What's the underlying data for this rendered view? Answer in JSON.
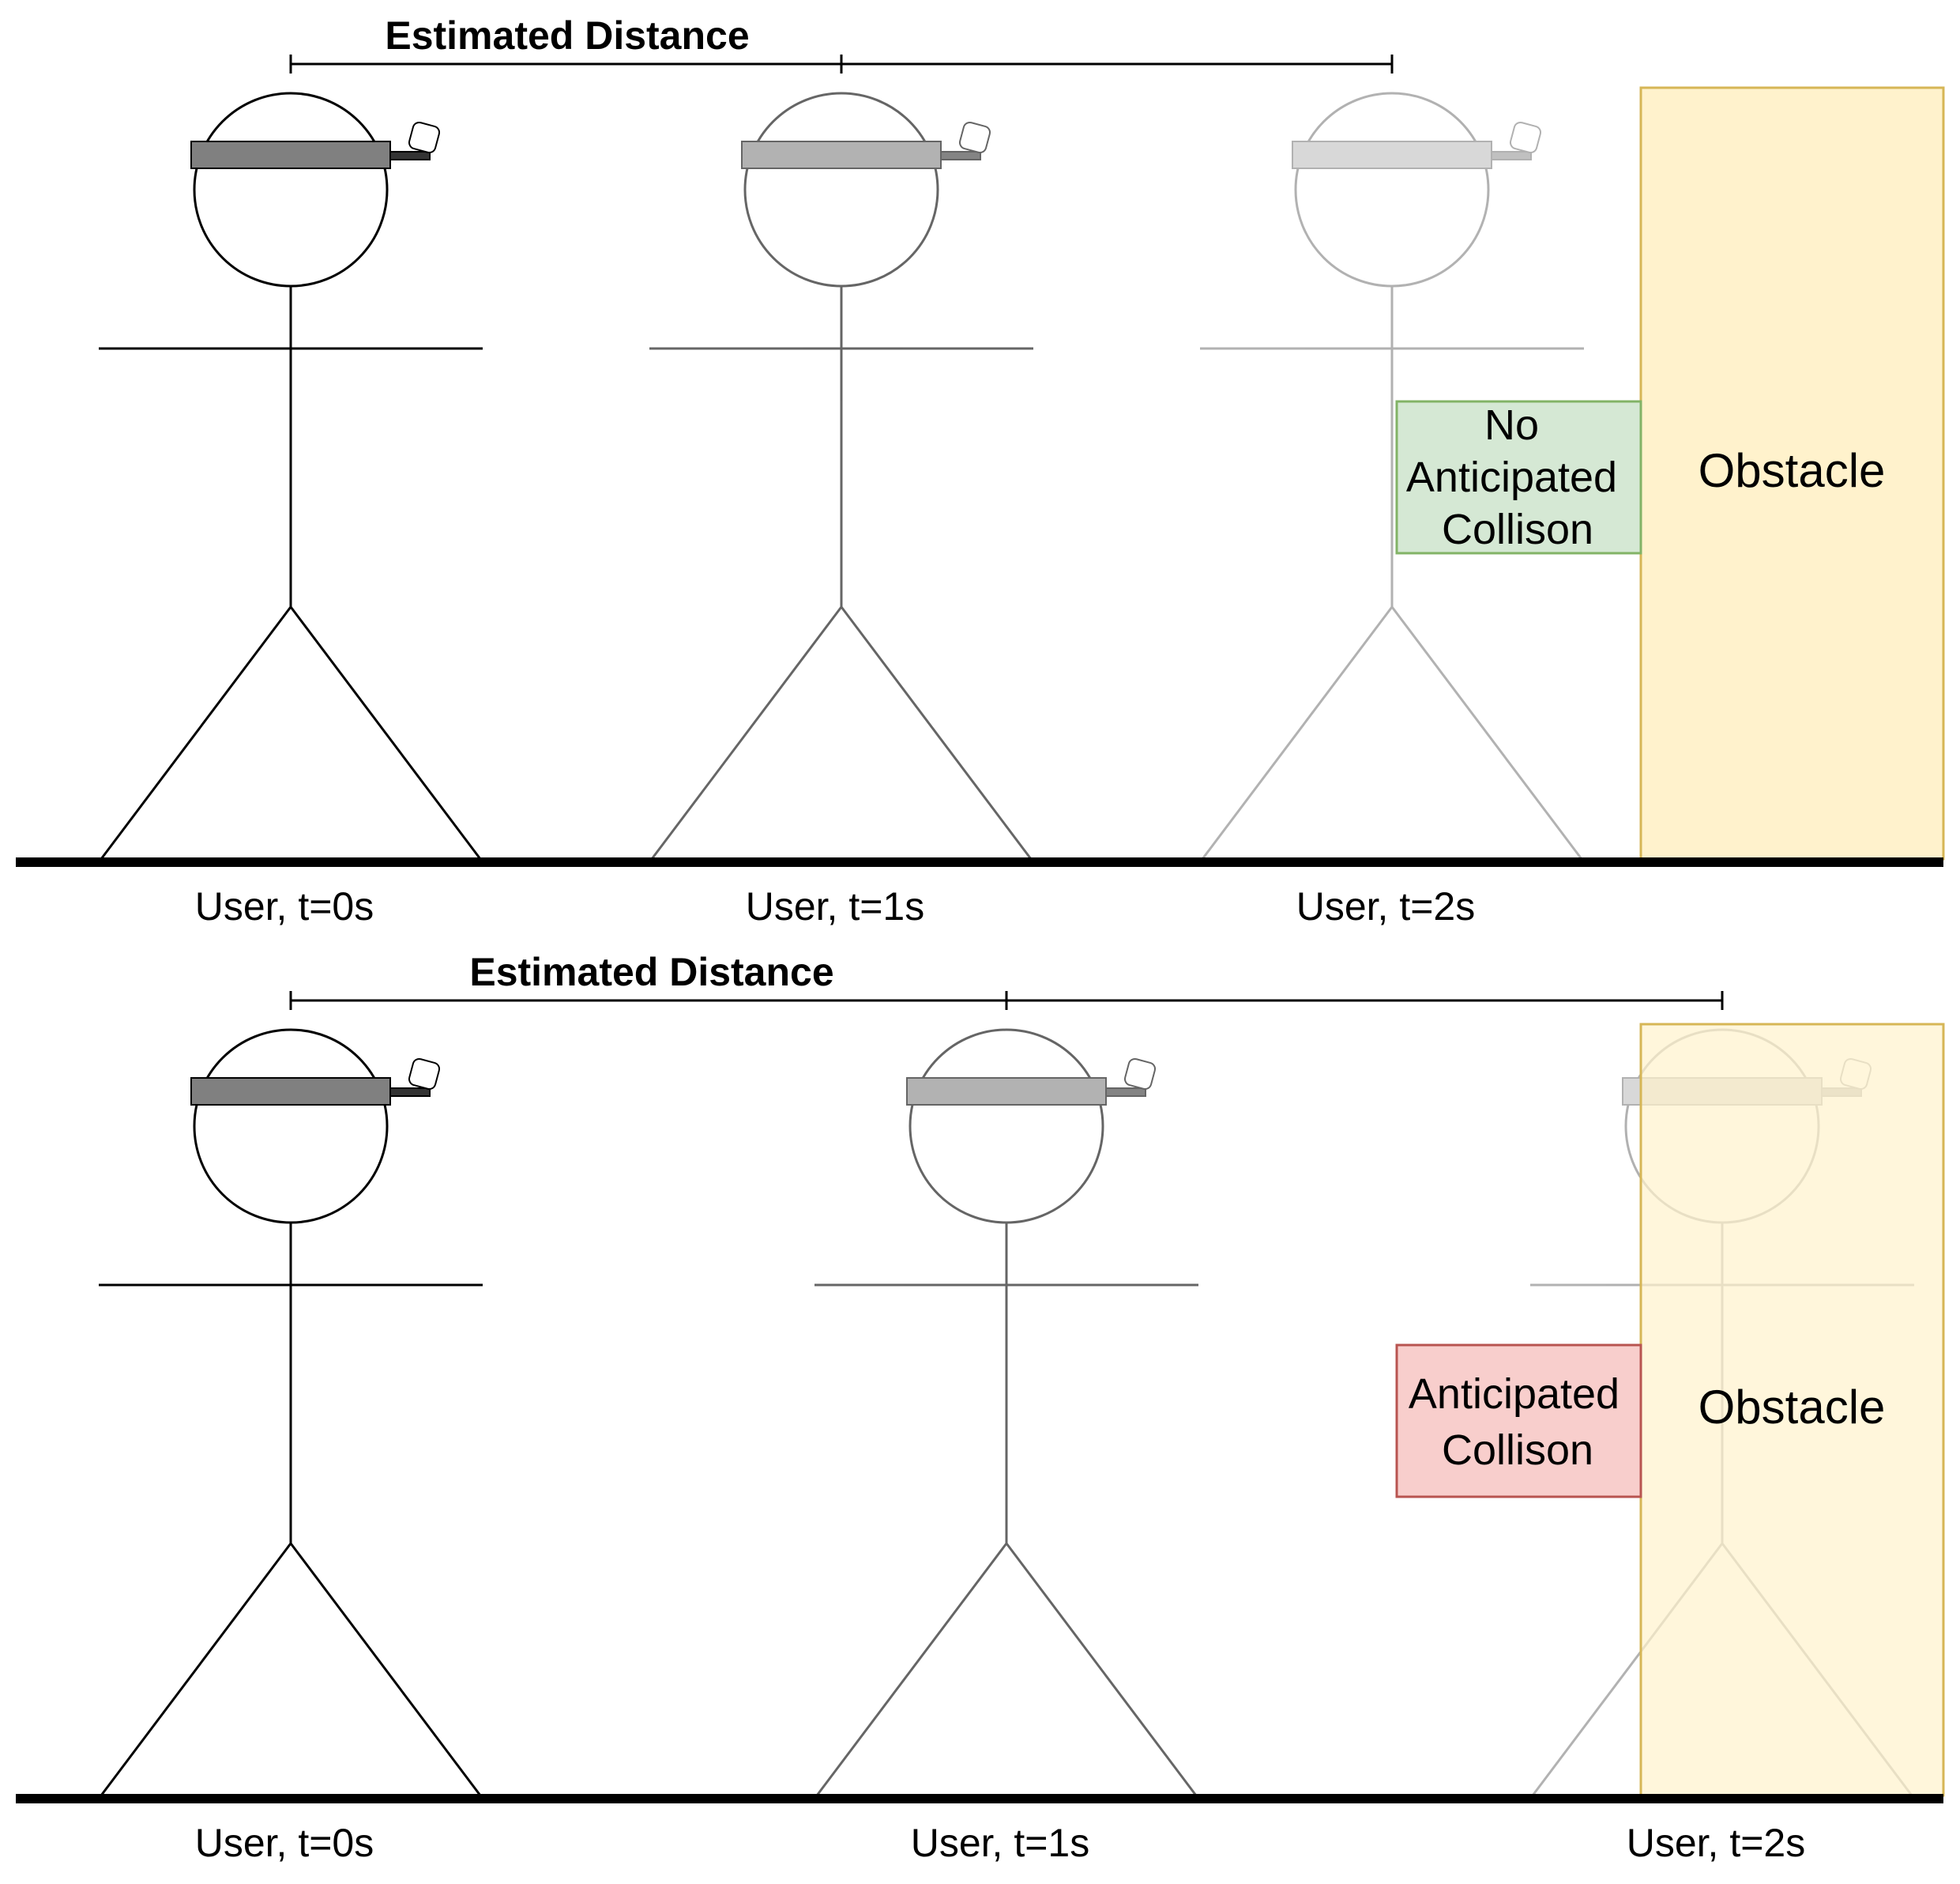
{
  "colors": {
    "obstacle_fill": "#fff2cc",
    "obstacle_stroke": "#d6b656",
    "no_collision_fill": "#d5e8d4",
    "no_collision_stroke": "#82b366",
    "collision_fill": "#f8cecc",
    "collision_stroke": "#b85450",
    "ground": "#000000"
  },
  "top_scenario": {
    "title": "Estimated Distance",
    "users": [
      {
        "label": "User, t=0s"
      },
      {
        "label": "User, t=1s"
      },
      {
        "label": "User, t=2s"
      }
    ],
    "status": {
      "line1": "No",
      "line2": "Anticipated",
      "line3": "Collison"
    },
    "obstacle_label": "Obstacle"
  },
  "bottom_scenario": {
    "title": "Estimated Distance",
    "users": [
      {
        "label": "User, t=0s"
      },
      {
        "label": "User, t=1s"
      },
      {
        "label": "User, t=2s"
      }
    ],
    "status": {
      "line1": "Anticipated",
      "line2": "Collison"
    },
    "obstacle_label": "Obstacle"
  }
}
